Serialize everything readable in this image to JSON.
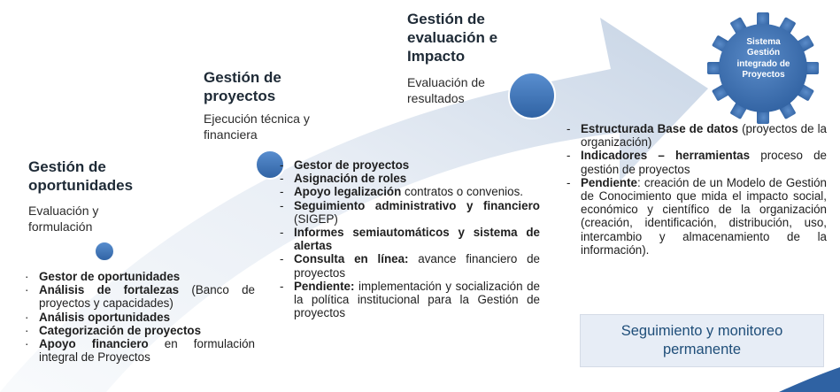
{
  "gear": {
    "label_lines": [
      "Sistema",
      "Gestión",
      "integrado de",
      "Proyectos"
    ]
  },
  "stages": {
    "oportunidades": {
      "title": "Gestión de\noportunidades",
      "subtitle": "Evaluación y\nformulación",
      "items": [
        {
          "bold": "Gestor de oportunidades",
          "text": ""
        },
        {
          "bold": "Análisis de fortalezas",
          "text": " (Banco de proyectos y capacidades)"
        },
        {
          "bold": "Análisis oportunidades",
          "text": ""
        },
        {
          "bold": "Categorización de proyectos",
          "text": ""
        },
        {
          "bold": "Apoyo financiero",
          "text": " en formulación integral de Proyectos"
        }
      ]
    },
    "proyectos": {
      "title": "Gestión de\nproyectos",
      "subtitle": "Ejecución técnica y\nfinanciera",
      "items": [
        {
          "bold": "Gestor de proyectos",
          "text": ""
        },
        {
          "bold": "Asignación de roles",
          "text": ""
        },
        {
          "bold": "Apoyo legalización",
          "text": " contratos o convenios."
        },
        {
          "bold": "Seguimiento administrativo y financiero",
          "text": " (SIGEP)"
        },
        {
          "bold": "Informes semiautomáticos y sistema de alertas",
          "text": ""
        },
        {
          "bold": "Consulta en línea:",
          "text": " avance financiero de proyectos"
        },
        {
          "bold": "Pendiente:",
          "text": " implementación y socialización de la política institucional para la Gestión de proyectos"
        }
      ]
    },
    "evaluacion": {
      "title": "Gestión de\nevaluación e\nImpacto",
      "subtitle": "Evaluación de\nresultados",
      "items": [
        {
          "bold": "Estructurada Base de datos",
          "text": " (proyectos de la organización)"
        },
        {
          "bold": "Indicadores – herramientas",
          "text": " proceso de gestión de proyectos"
        },
        {
          "bold": "Pendiente",
          "text": ": creación de un Modelo de Gestión de Conocimiento que mida el impacto social, económico y científico de la organización (creación, identificación, distribución, uso, intercambio y almacenamiento de la información)."
        }
      ]
    }
  },
  "monitor": {
    "text": "Seguimiento y monitoreo\npermanente"
  },
  "colors": {
    "arrow_light": "#f3f6fa",
    "arrow_dark": "#c9d6e6",
    "node": "#3d73b5",
    "gear": "#3a6fb0",
    "monitor_bg": "#e7edf6",
    "monitor_text": "#1f4e79"
  }
}
